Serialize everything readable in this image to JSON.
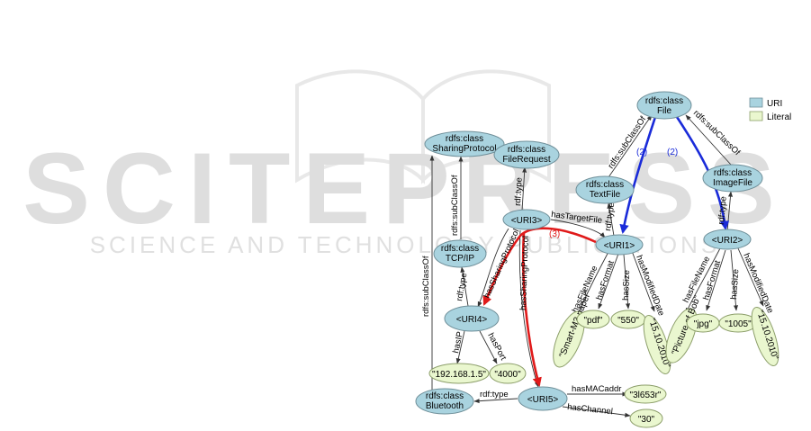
{
  "watermark": {
    "big": "SCITEPRESS",
    "sub": "SCIENCE AND TECHNOLOGY PUBLICATIONS",
    "color": "#dcdcdc"
  },
  "legend": {
    "uri": "URI",
    "literal": "Literal",
    "uri_color": "#a9d3df",
    "literal_color": "#eaf7cf"
  },
  "nodes": {
    "file": {
      "l1": "rdfs:class",
      "l2": "File"
    },
    "sharing": {
      "l1": "rdfs:class",
      "l2": "SharingProtocol"
    },
    "request": {
      "l1": "rdfs:class",
      "l2": "FileRequest"
    },
    "textfile": {
      "l1": "rdfs:class",
      "l2": "TextFile"
    },
    "imagefile": {
      "l1": "rdfs:class",
      "l2": "ImageFile"
    },
    "tcpip": {
      "l1": "rdfs:class",
      "l2": "TCP/IP"
    },
    "bluetooth": {
      "l1": "rdfs:class",
      "l2": "Bluetooth"
    },
    "uri1": "<URI1>",
    "uri2": "<URI2>",
    "uri3": "<URI3>",
    "uri4": "<URI4>",
    "uri5": "<URI5>",
    "lit_paper": "\"Smart-M3 paper\"",
    "lit_pdf": "\"pdf\"",
    "lit_550": "\"550\"",
    "lit_date1": "\"15.10.2010\"",
    "lit_bob": "\"Picture of Bob\"",
    "lit_jpg": "\"jpg\"",
    "lit_1005": "\"1005\"",
    "lit_date2": "\"15.10.2010\"",
    "lit_ip": "\"192.168.1.5\"",
    "lit_port": "\"4000\"",
    "lit_mac": "\"3l653r\"",
    "lit_30": "\"30\""
  },
  "edges": {
    "subclassof": "rdfs:subClassOf",
    "rdftype": "rdf:type",
    "hasTargetFile": "hasTargetFile",
    "hasSharingProtocol": "hasSharingProtocol",
    "hasFileName": "hasFileName",
    "hasFormat": "hasFormat",
    "hasSize": "hasSize",
    "hasModifiedDate": "hasModifiedDate",
    "hasIP": "hasIP",
    "hasPort": "hasPort",
    "hasMACaddr": "hasMACaddr",
    "hasChannel": "hasChannel",
    "step2a": "(2)",
    "step2b": "(2)",
    "step3": "(3)"
  },
  "colors": {
    "blue_path": "#1a2bd9",
    "red_path": "#e01a1a"
  }
}
